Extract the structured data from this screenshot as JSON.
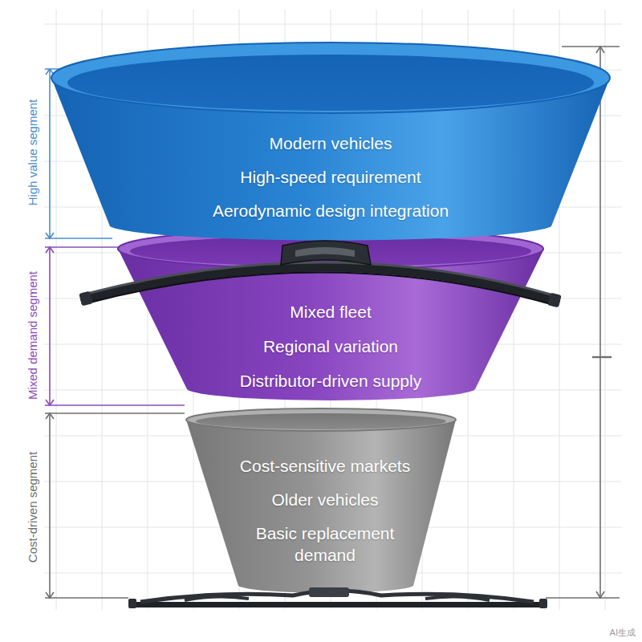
{
  "diagram": {
    "nodes": [
      {
        "text": [
          "Modern vehicles",
          "High-speed requirement",
          "Aerodynamic design integration"
        ]
      },
      {
        "text": [
          "Mixed fleet",
          "Regional variation",
          "Distributor-driven supply"
        ]
      },
      {
        "text": [
          "Cost-sensitive markets",
          "Older vehicles",
          "Basic replacement demand"
        ]
      }
    ],
    "labels": [
      "High value segment",
      "Mixed demand segment",
      "Cost-driven segment",
      "AI生成"
    ]
  }
}
